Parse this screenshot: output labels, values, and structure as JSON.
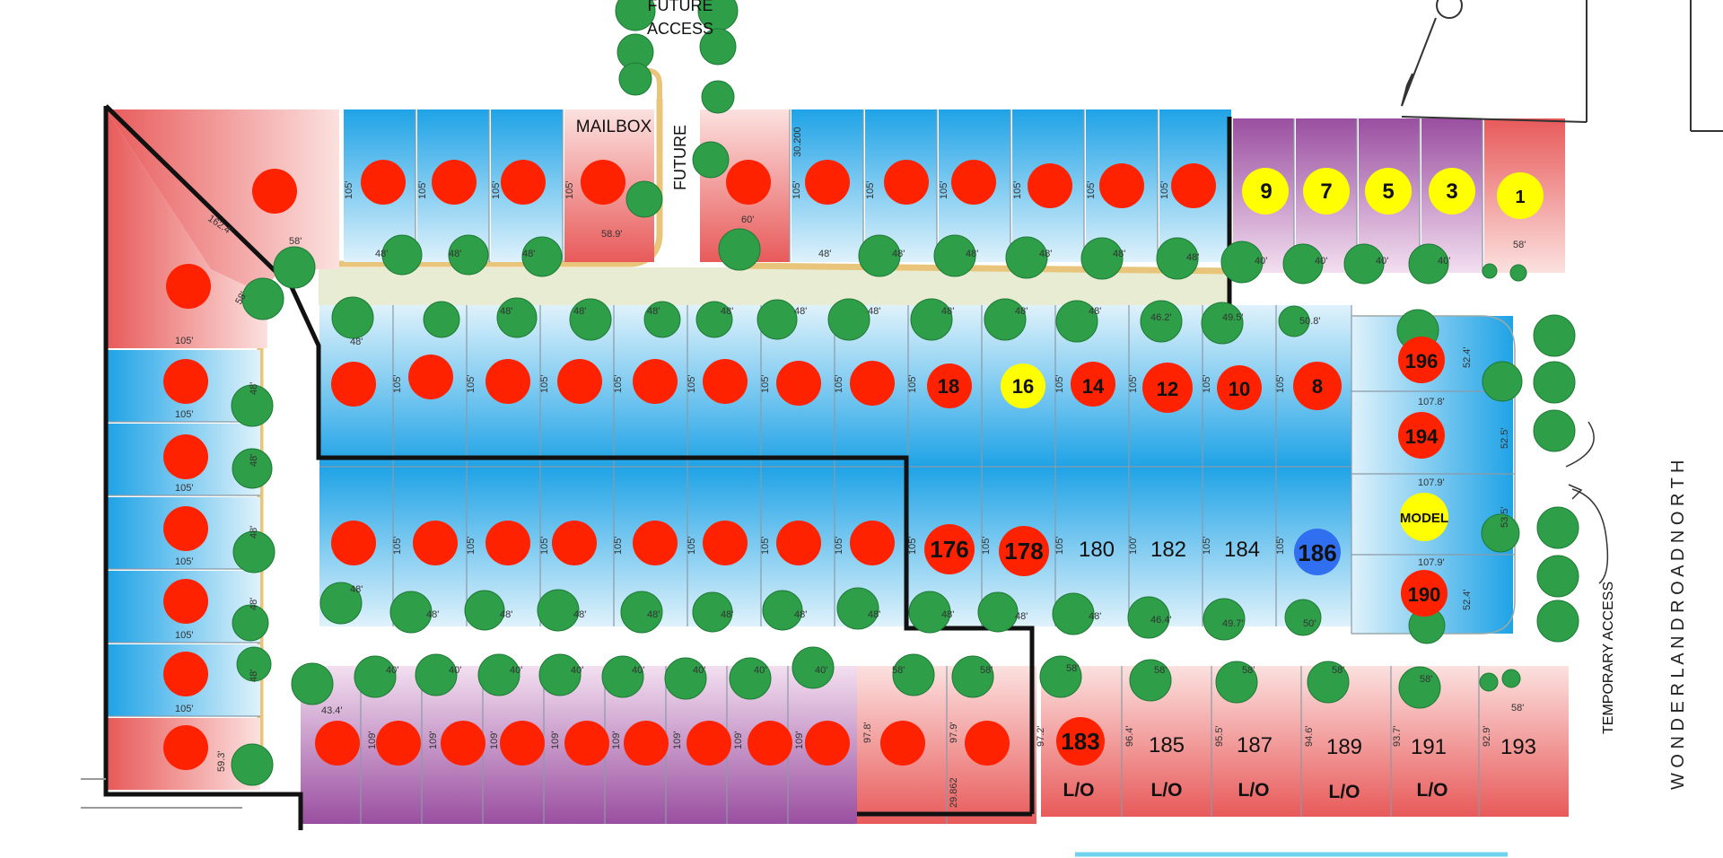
{
  "labels": {
    "future_access": [
      "FUTURE",
      "ACCESS"
    ],
    "mailbox": "MAILBOX",
    "future_vertical": "FUTURE",
    "temporary_access": "TEMPORARY ACCESS",
    "road": "W O N D E R L A N D     R O A D     N O R T H",
    "model": "MODEL"
  },
  "lot_numbers": {
    "top_right": [
      "9",
      "7",
      "5",
      "3",
      "1"
    ],
    "row_upper": [
      "18",
      "16",
      "14",
      "12",
      "10",
      "8"
    ],
    "row_lower": [
      "176",
      "178",
      "180",
      "182",
      "184",
      "186"
    ],
    "right_column": [
      "196",
      "194",
      "190"
    ],
    "bottom_right": [
      "183",
      "185",
      "187",
      "189",
      "191",
      "193"
    ],
    "lo_label": "L/O"
  },
  "dimensions": {
    "d105": "105'",
    "d48": "48'",
    "d40": "40'",
    "d58": "58'",
    "d109": "109'",
    "d60": "60'",
    "d589": "58.9'",
    "d1624": "162.4'",
    "d434": "43.4'",
    "d593": "59.3'",
    "d462": "46.2'",
    "d495": "49.5'",
    "d508": "50.8'",
    "d524": "52.4'",
    "d525": "52.5'",
    "d535": "53.5'",
    "d1078": "107.8'",
    "d1079": "107.9'",
    "d464": "46.4'",
    "d497": "49.7'",
    "d50": "50'",
    "d978": "97.8'",
    "d979": "97.9'",
    "d972": "97.2'",
    "d964": "96.4'",
    "d955": "95.5'",
    "d946": "94.6'",
    "d937": "93.7'",
    "d929": "92.9'",
    "d100": "100'",
    "code1": "30.200",
    "code2": "29.862"
  },
  "colors": {
    "lot_blue": "#1fa3e6",
    "lot_blue_light": "#dff2fb",
    "lot_red": "#e85a5a",
    "lot_red_light": "#fbe1df",
    "lot_purple": "#9a4fa0",
    "lot_purple_light": "#f3dff0",
    "marker_red": "#ff2200",
    "marker_yellow": "#ffff00",
    "marker_blue": "#2f6ff0",
    "tree_green": "#2e9e48",
    "path_tan": "#e8c57a",
    "boundary": "#111111"
  }
}
